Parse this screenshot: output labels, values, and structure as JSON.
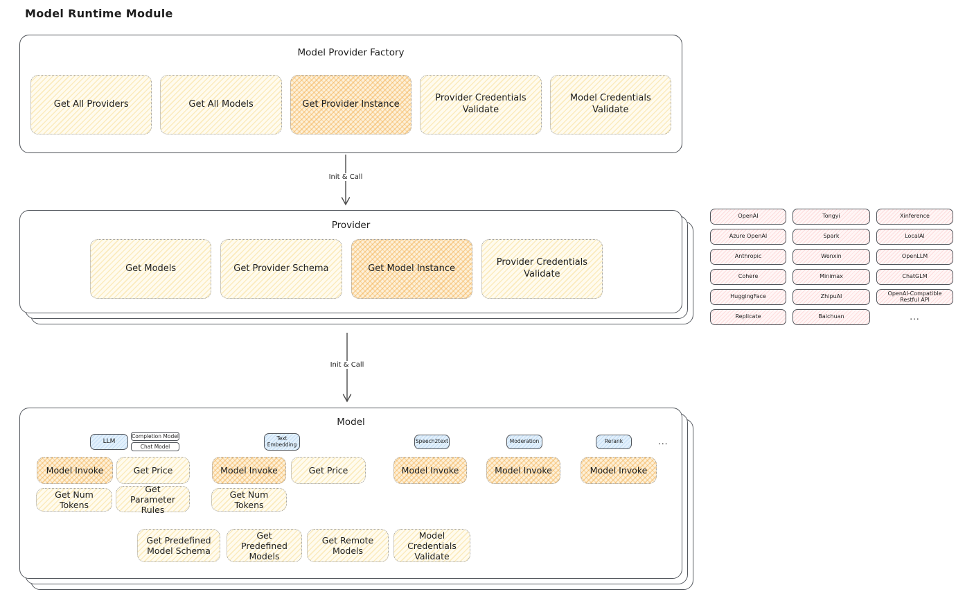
{
  "page_title": "Model Runtime Module",
  "arrows": {
    "arrow1_label": "Init & Call",
    "arrow2_label": "Init & Call"
  },
  "factory": {
    "title": "Model Provider Factory",
    "items": [
      {
        "label": "Get All Providers",
        "highlight": false
      },
      {
        "label": "Get All Models",
        "highlight": false
      },
      {
        "label": "Get Provider Instance",
        "highlight": true
      },
      {
        "label": "Provider Credentials Validate",
        "highlight": false
      },
      {
        "label": "Model Credentials Validate",
        "highlight": false
      }
    ]
  },
  "provider": {
    "title": "Provider",
    "items": [
      {
        "label": "Get Models",
        "highlight": false
      },
      {
        "label": "Get Provider Schema",
        "highlight": false
      },
      {
        "label": "Get Model Instance",
        "highlight": true
      },
      {
        "label": "Provider Credentials Validate",
        "highlight": false
      }
    ]
  },
  "provider_list": {
    "cells": [
      "OpenAI",
      "Tongyi",
      "Xinference",
      "Azure OpenAI",
      "Spark",
      "LocalAI",
      "Anthropic",
      "Wenxin",
      "OpenLLM",
      "Cohere",
      "Minimax",
      "ChatGLM",
      "HuggingFace",
      "ZhipuAI",
      "OpenAI-Compatible Restful API",
      "Replicate",
      "Baichuan"
    ],
    "more": "..."
  },
  "model": {
    "title": "Model",
    "more": "...",
    "groups": [
      {
        "tag": "LLM",
        "subtags": [
          "Completion Model",
          "Chat Model"
        ],
        "features": [
          "Model Invoke",
          "Get Price",
          "Get Num Tokens",
          "Get Parameter Rules"
        ]
      },
      {
        "tag": "Text Embedding",
        "features": [
          "Model Invoke",
          "Get Price",
          "Get Num Tokens"
        ]
      },
      {
        "tag": "Speech2text",
        "features": [
          "Model Invoke"
        ]
      },
      {
        "tag": "Moderation",
        "features": [
          "Model Invoke"
        ]
      },
      {
        "tag": "Rerank",
        "features": [
          "Model Invoke"
        ]
      }
    ],
    "shared": [
      "Get Predefined Model Schema",
      "Get Predefined Models",
      "Get Remote Models",
      "Model Credentials Validate"
    ]
  },
  "colors": {
    "yellow_fill": "#fffbee",
    "orange_fill": "#fdf0d8",
    "pink_fill": "#fff6f6",
    "blue_fill": "#e2f0fc",
    "line": "#4b4f55"
  }
}
